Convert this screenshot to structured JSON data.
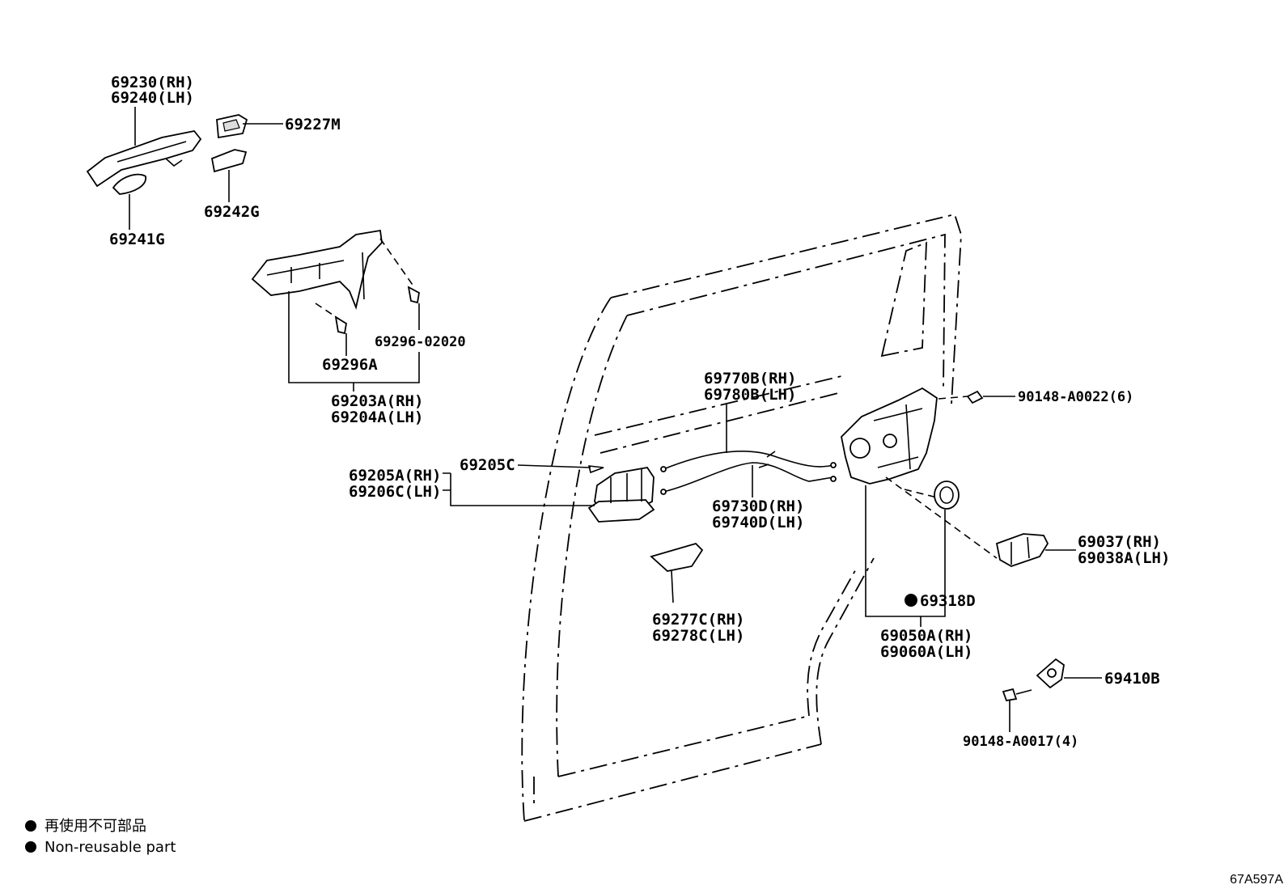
{
  "diagram_code": "67A597A",
  "labels": {
    "handle_outer": [
      "69230(RH)",
      "69240(LH)"
    ],
    "cover_m": "69227M",
    "pad_g": "69242G",
    "pad_g2": "69241G",
    "screw_1": "69296-02020",
    "screw_a": "69296A",
    "frame": [
      "69203A(RH)",
      "69204A(LH)"
    ],
    "cable_upper": [
      "69770B(RH)",
      "69780B(LH)"
    ],
    "bolt": "90148-A0022(6)",
    "inner_handle_c": "69205C",
    "inner_handle": [
      "69205A(RH)",
      "69206C(LH)"
    ],
    "cable_lower": [
      "69730D(RH)",
      "69740D(LH)"
    ],
    "cover_inner": [
      "69037(RH)",
      "69038A(LH)"
    ],
    "seal": "69318D",
    "lock": [
      "69050A(RH)",
      "69060A(LH)"
    ],
    "bezel": [
      "69277C(RH)",
      "69278C(LH)"
    ],
    "striker": "69410B",
    "striker_screw": "90148-A0017(4)"
  },
  "legend": {
    "line1": "再使用不可部品",
    "line2": "Non-reusable part"
  }
}
